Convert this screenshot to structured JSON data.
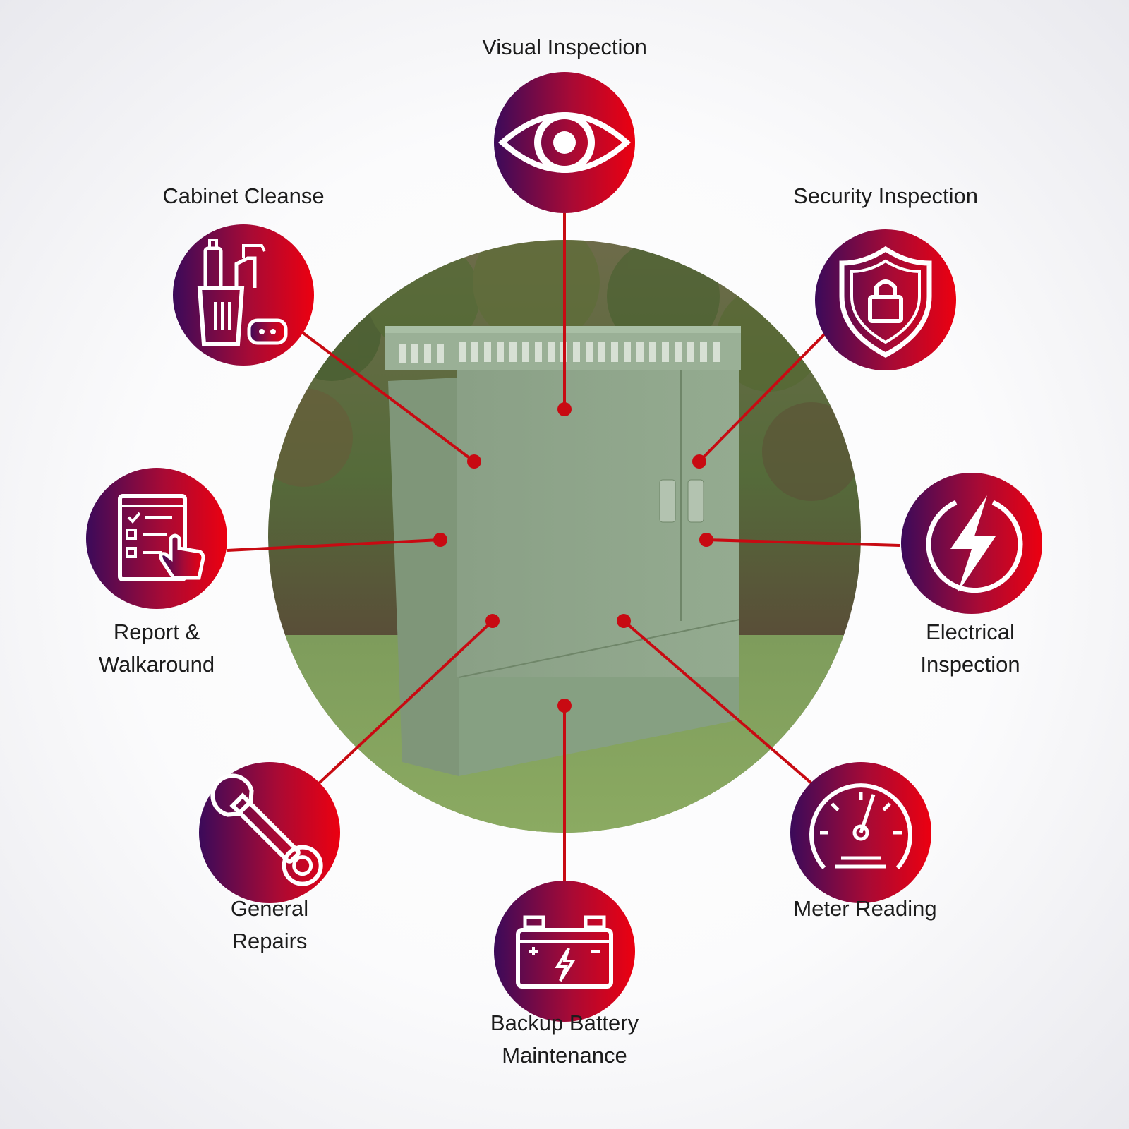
{
  "colors": {
    "accent_red": "#ec0010",
    "accent_purple": "#3b0a5a",
    "connector": "#c80a12",
    "cabinet_green": "#8ea58a",
    "label_text": "#1c1c1c"
  },
  "photo": {
    "subject": "green street cabinet",
    "icon": "street-cabinet-photo"
  },
  "services": [
    {
      "id": "visual",
      "lines": [
        "Visual Inspection"
      ],
      "icon": "eye-icon"
    },
    {
      "id": "security",
      "lines": [
        "Security Inspection"
      ],
      "icon": "shield-lock-icon"
    },
    {
      "id": "electrical",
      "lines": [
        "Electrical",
        "Inspection"
      ],
      "icon": "lightning-bolt-icon"
    },
    {
      "id": "meter",
      "lines": [
        "Meter Reading"
      ],
      "icon": "speedometer-icon"
    },
    {
      "id": "battery",
      "lines": [
        "Backup Battery",
        "Maintenance"
      ],
      "icon": "car-battery-icon"
    },
    {
      "id": "repairs",
      "lines": [
        "General",
        "Repairs"
      ],
      "icon": "wrench-icon"
    },
    {
      "id": "report",
      "lines": [
        "Report &",
        "Walkaround"
      ],
      "icon": "checklist-tablet-icon"
    },
    {
      "id": "cleanse",
      "lines": [
        "Cabinet Cleanse"
      ],
      "icon": "cleaning-supplies-icon"
    }
  ]
}
